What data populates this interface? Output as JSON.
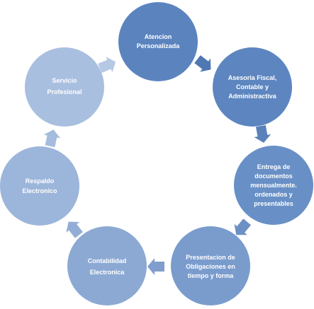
{
  "diagram": {
    "nodes": [
      {
        "id": "atencion",
        "label": "Atencion\nPersonalizada",
        "fill": "#5b84bf"
      },
      {
        "id": "asesoria",
        "label": "Asesoria Fiscal,\nContable y\nAdministractiva",
        "fill": "#5d86c0"
      },
      {
        "id": "entrega",
        "label": "Entrega de\ndocumentos\nmensualmente.\nordenados y\npresentables",
        "fill": "#6890c6"
      },
      {
        "id": "presentacion",
        "label": "Presentacion de\nObligaciones  en\ntiempo y forma",
        "fill": "#7a9ccd"
      },
      {
        "id": "contabilidad",
        "label": "Contabilidad\nElectronica",
        "fill": "#8ca9d3"
      },
      {
        "id": "respaldo",
        "label": "Respaldo\nElectronico",
        "fill": "#9cb5da"
      },
      {
        "id": "servicio",
        "label": "Servicio\nProfesional",
        "fill": "#a9bfe0"
      }
    ],
    "arrow_colors": [
      "#4f78b2",
      "#5a81ba",
      "#6c90c4",
      "#7f9ecd",
      "#93aed6",
      "#a5bcde",
      "#b5c8e4"
    ],
    "background": "#ffffff"
  }
}
